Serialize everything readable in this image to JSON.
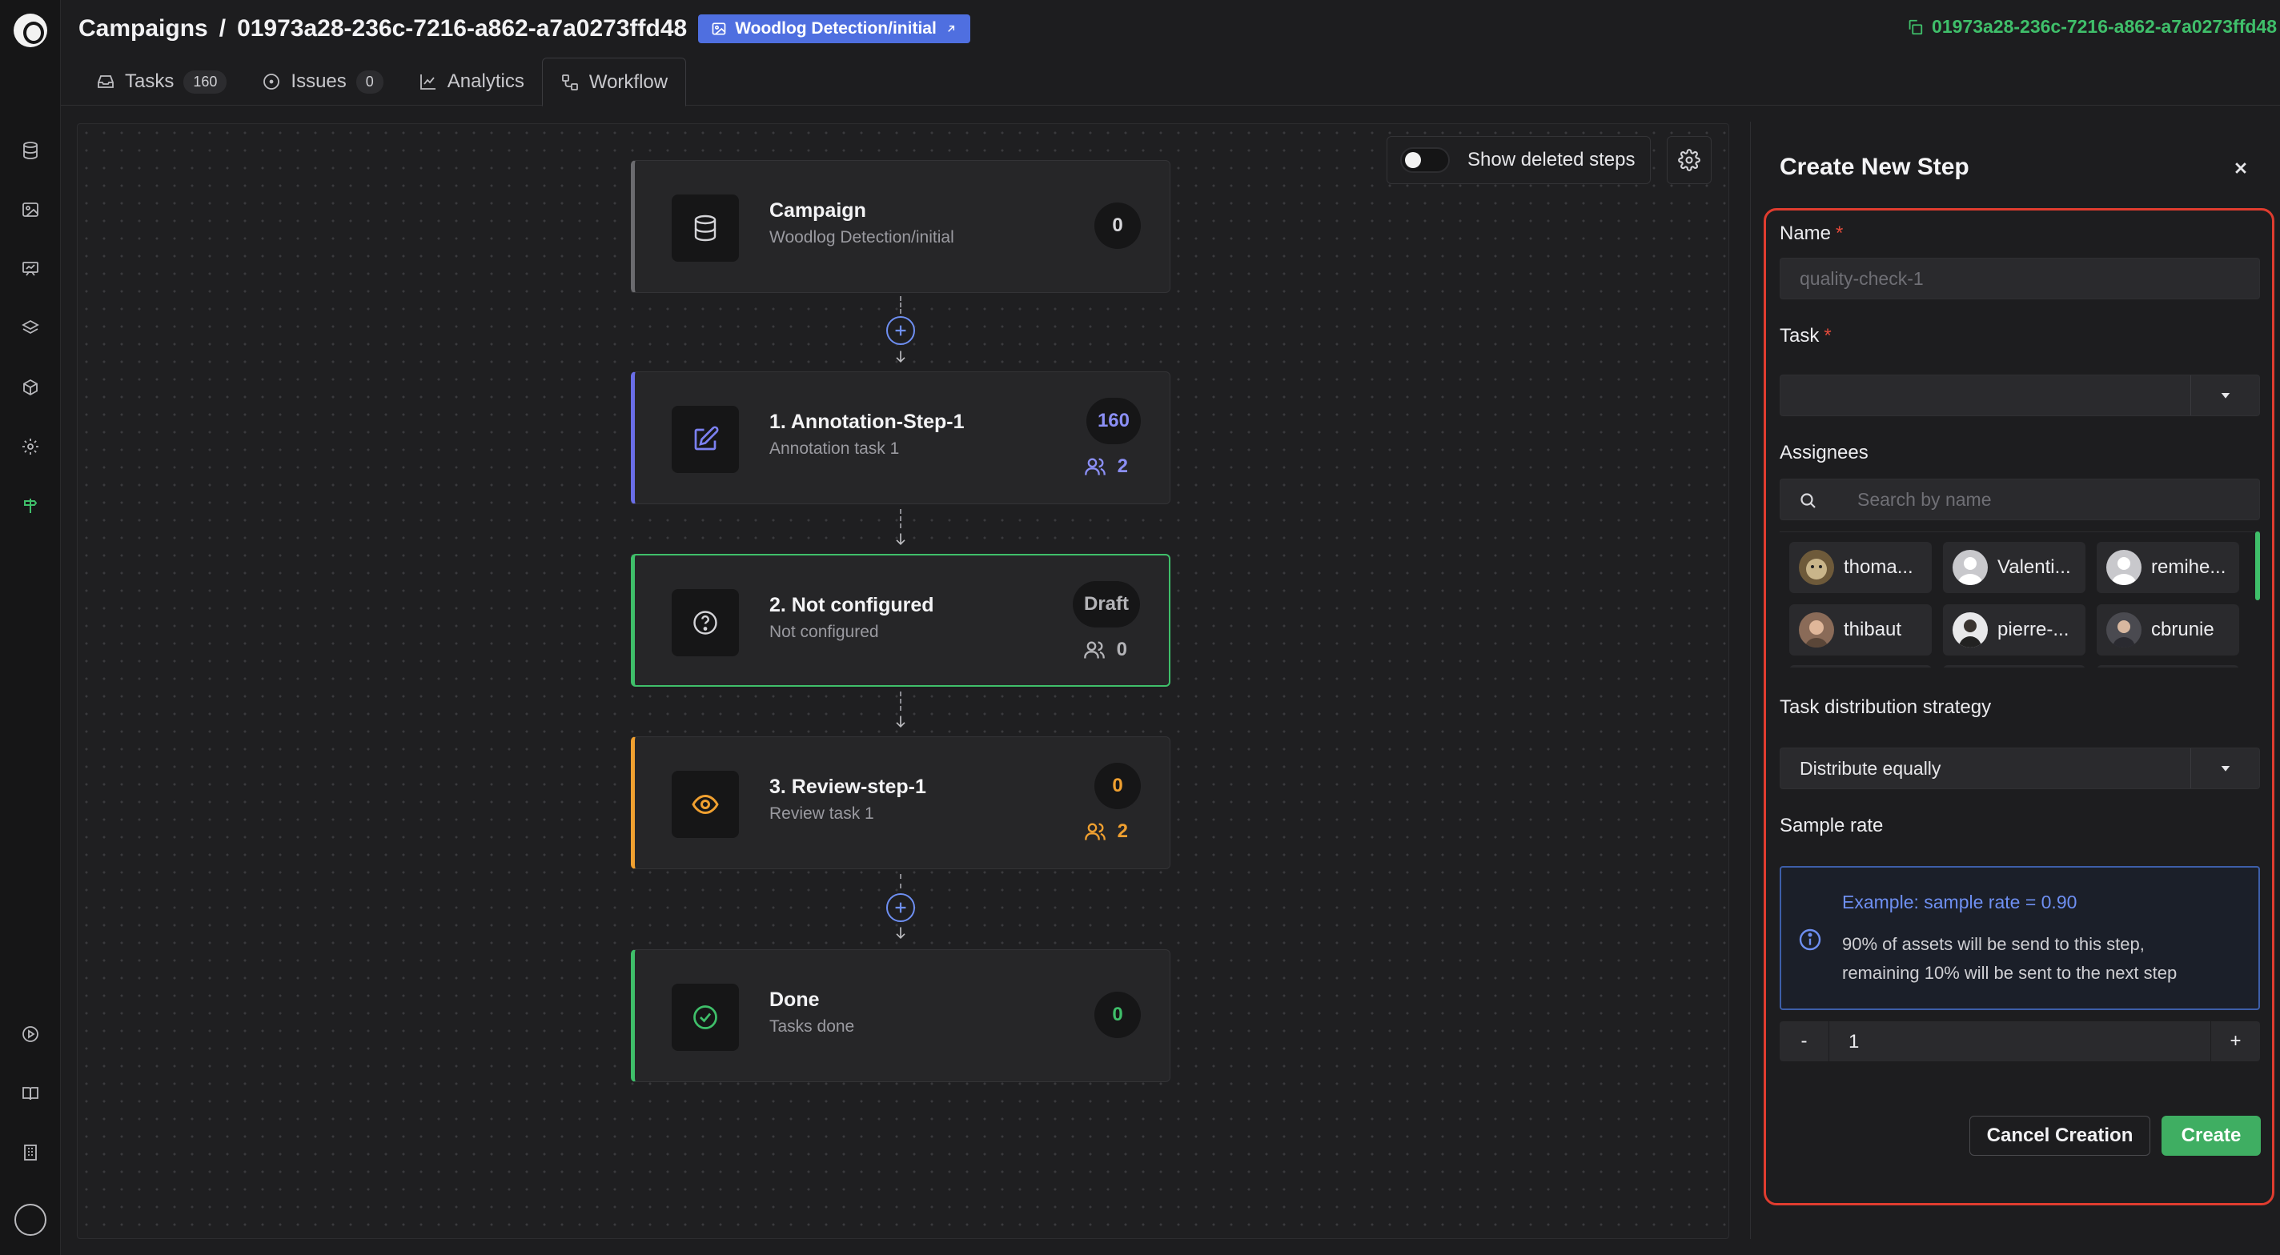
{
  "header": {
    "breadcrumb_root": "Campaigns",
    "breadcrumb_sep": "/",
    "campaign_id": "01973a28-236c-7216-a862-a7a0273ffd48",
    "dataset_badge": "Woodlog Detection/initial",
    "copy_id": "01973a28-236c-7216-a862-a7a0273ffd48"
  },
  "tabs": [
    {
      "label": "Tasks",
      "count": "160",
      "icon": "inbox-icon"
    },
    {
      "label": "Issues",
      "count": "0",
      "icon": "alert-circle-icon"
    },
    {
      "label": "Analytics",
      "icon": "line-chart-icon"
    },
    {
      "label": "Workflow",
      "icon": "workflow-icon"
    }
  ],
  "canvas": {
    "toggle_label": "Show deleted steps"
  },
  "steps": [
    {
      "name": "Campaign",
      "sub": "Woodlog Detection/initial",
      "count": "0",
      "accent": "#6b6b6f",
      "icon": "database-icon"
    },
    {
      "name": "1. Annotation-Step-1",
      "sub": "Annotation task 1",
      "count": "160",
      "assignees": "2",
      "accent": "#6a6ee8",
      "icon": "edit-icon"
    },
    {
      "name": "2. Not configured",
      "sub": "Not configured",
      "count": "Draft",
      "assignees": "0",
      "accent": "#3fbf6a",
      "icon": "help-circle-icon"
    },
    {
      "name": "3. Review-step-1",
      "sub": "Review task 1",
      "count": "0",
      "assignees": "2",
      "accent": "#f0a030",
      "icon": "eye-icon"
    },
    {
      "name": "Done",
      "sub": "Tasks done",
      "count": "0",
      "accent": "#3fbf6a",
      "icon": "check-circle-icon"
    }
  ],
  "panel": {
    "title": "Create New Step",
    "name_label": "Name",
    "name_placeholder": "quality-check-1",
    "task_label": "Task",
    "task_value": "",
    "assignees_label": "Assignees",
    "search_placeholder": "Search by name",
    "assignees": [
      "thoma...",
      "Valenti...",
      "remihe...",
      "thibaut",
      "pierre-...",
      "cbrunie"
    ],
    "distribution_label": "Task distribution strategy",
    "distribution_value": "Distribute equally",
    "sample_label": "Sample rate",
    "info_title": "Example: sample rate = 0.90",
    "info_line1": "90% of assets will be send to this step,",
    "info_line2": "remaining 10% will be sent to the next step",
    "sample_value": "1",
    "minus": "-",
    "plus": "+",
    "required_mark": "*"
  },
  "actions": {
    "cancel": "Cancel Creation",
    "create": "Create"
  },
  "colors": {
    "brand_green": "#3fbf6a",
    "accent_blue": "#6e8ff2",
    "highlight_red": "#e03c2f"
  }
}
